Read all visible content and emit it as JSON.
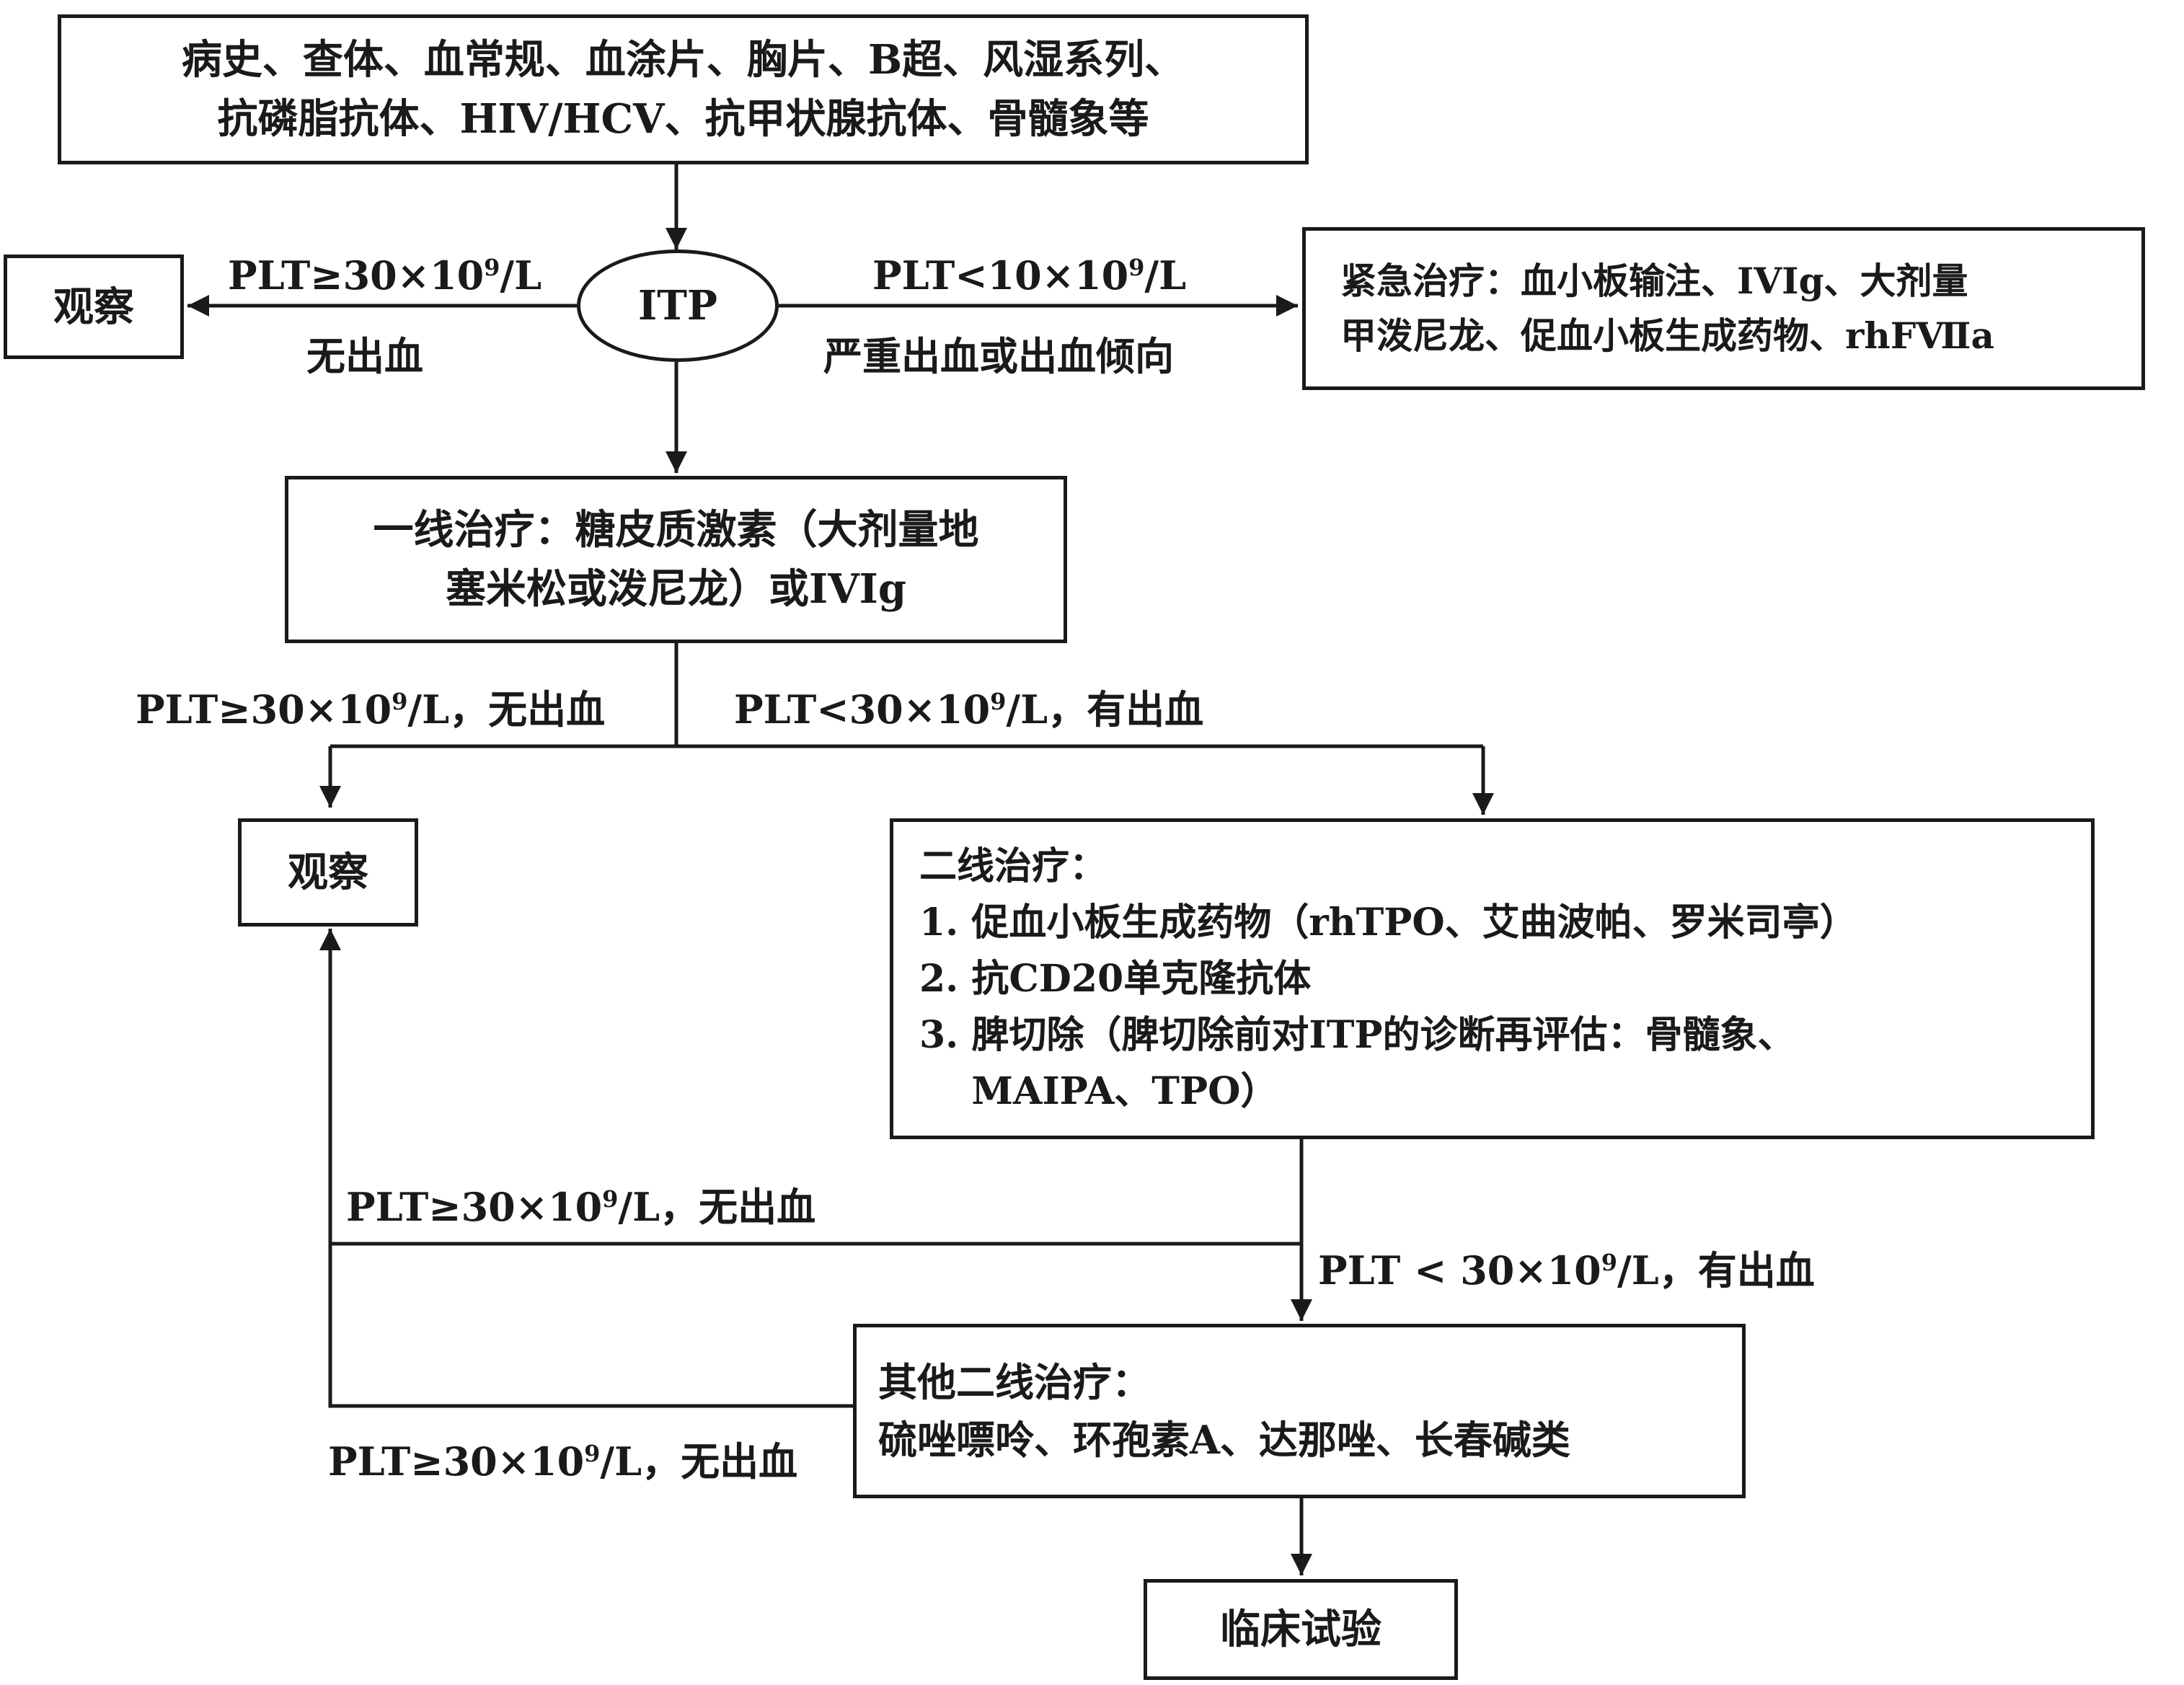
{
  "nodes": {
    "workup": {
      "lines": [
        "病史、查体、血常规、血涂片、胸片、B超、风湿系列、",
        "抗磷脂抗体、HIV/HCV、抗甲状腺抗体、骨髓象等"
      ]
    },
    "itp": {
      "label": "ITP"
    },
    "observe_top": {
      "label": "观察"
    },
    "emergency": {
      "lines": [
        "紧急治疗：血小板输注、IVIg、大剂量",
        "甲泼尼龙、促血小板生成药物、rhFⅦa"
      ]
    },
    "first_line": {
      "lines": [
        "一线治疗：糖皮质激素（大剂量地",
        "塞米松或泼尼龙）或IVIg"
      ]
    },
    "observe_mid": {
      "label": "观察"
    },
    "second_line": {
      "lines": [
        "二线治疗：",
        "1. 促血小板生成药物（rhTPO、艾曲波帕、罗米司亭）",
        "2. 抗CD20单克隆抗体",
        "3. 脾切除（脾切除前对ITP的诊断再评估：骨髓象、",
        "    MAIPA、TPO）"
      ]
    },
    "other_second": {
      "lines": [
        "其他二线治疗：",
        "硫唑嘌呤、环孢素A、达那唑、长春碱类"
      ]
    },
    "trial": {
      "label": "临床试验"
    }
  },
  "edge_labels": {
    "itp_to_observe": {
      "pre": "PLT≥30×10",
      "sup": "9",
      "post": "/L"
    },
    "itp_to_observe_sub": "无出血",
    "itp_to_emergency": {
      "pre": "PLT<10×10",
      "sup": "9",
      "post": "/L"
    },
    "itp_to_emergency_sub": "严重出血或出血倾向",
    "first_to_observe": {
      "pre": "PLT≥30×10",
      "sup": "9",
      "post": "/L，无出血"
    },
    "first_to_second": {
      "pre": "PLT<30×10",
      "sup": "9",
      "post": "/L，有出血"
    },
    "second_to_observe": {
      "pre": "PLT≥30×10",
      "sup": "9",
      "post": "/L，无出血"
    },
    "second_to_other": {
      "pre": "PLT < 30×10",
      "sup": "9",
      "post": "/L，有出血"
    },
    "other_to_observe": {
      "pre": "PLT≥30×10",
      "sup": "9",
      "post": "/L，无出血"
    }
  },
  "colors": {
    "ink": "#1a1a1a",
    "background": "#ffffff"
  }
}
